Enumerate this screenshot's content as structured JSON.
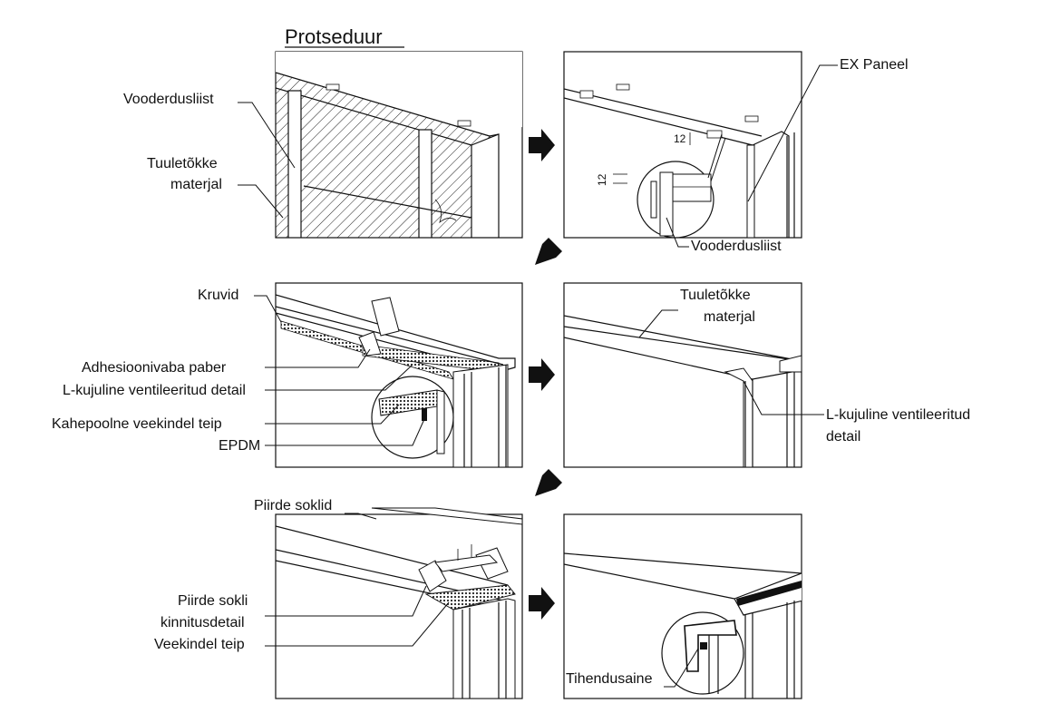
{
  "title": "Protseduur",
  "labels": {
    "p1_vooderdusliist": "Vooderdusliist",
    "p1_tuuletokke_1": "Tuuletõkke",
    "p1_tuuletokke_2": "materjal",
    "p2_ex_paneel": "EX Paneel",
    "p2_vooderdusliist": "Vooderdusliist",
    "p2_dim_a": "12",
    "p2_dim_b": "12",
    "p3_kruvid": "Kruvid",
    "p3_adhesioon": "Adhesioonivaba paber",
    "p3_lkuj": "L-kujuline ventileeritud detail",
    "p3_kahepoolne": "Kahepoolne veekindel teip",
    "p3_epdm": "EPDM",
    "p4_tuuletokke_1": "Tuuletõkke",
    "p4_tuuletokke_2": "materjal",
    "p4_lkuj_1": "L-kujuline ventileeritud",
    "p4_lkuj_2": "detail",
    "p5_piirde_soklid": "Piirde soklid",
    "p5_kinnitus_1": "Piirde sokli",
    "p5_kinnitus_2": "kinnitusdetail",
    "p5_veekindel": "Veekindel teip",
    "p6_tihendusaine": "Tihendusaine"
  },
  "icons": [
    "arrow-right-icon",
    "arrow-down-left-icon"
  ]
}
